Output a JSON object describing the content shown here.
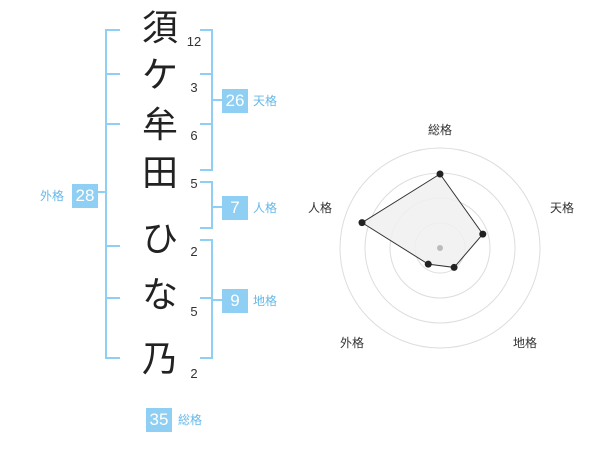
{
  "name_chars": [
    {
      "char": "須",
      "strokes": "12"
    },
    {
      "char": "ケ",
      "strokes": "3"
    },
    {
      "char": "牟",
      "strokes": "6"
    },
    {
      "char": "田",
      "strokes": "5"
    },
    {
      "char": "ひ",
      "strokes": "2"
    },
    {
      "char": "な",
      "strokes": "5"
    },
    {
      "char": "乃",
      "strokes": "2"
    }
  ],
  "kaku": {
    "tenkaku": {
      "label": "天格",
      "value": "26"
    },
    "jinkaku": {
      "label": "人格",
      "value": "7"
    },
    "chikaku": {
      "label": "地格",
      "value": "9"
    },
    "gaikaku": {
      "label": "外格",
      "value": "28"
    },
    "soukaku": {
      "label": "総格",
      "value": "35"
    }
  },
  "chart_data": {
    "type": "radar",
    "axes": [
      "総格",
      "天格",
      "地格",
      "外格",
      "人格"
    ],
    "values": [
      0.74,
      0.45,
      0.24,
      0.2,
      0.82
    ],
    "ring_count": 4,
    "colors": {
      "ring": "#dddddd",
      "fill": "#f0f0f0",
      "line": "#333333",
      "point": "#222222",
      "center": "#bbbbbb"
    }
  },
  "colors": {
    "accent": "#8ecff3",
    "accent_text": "#66b8e8",
    "bracket": "#8ecff3"
  }
}
